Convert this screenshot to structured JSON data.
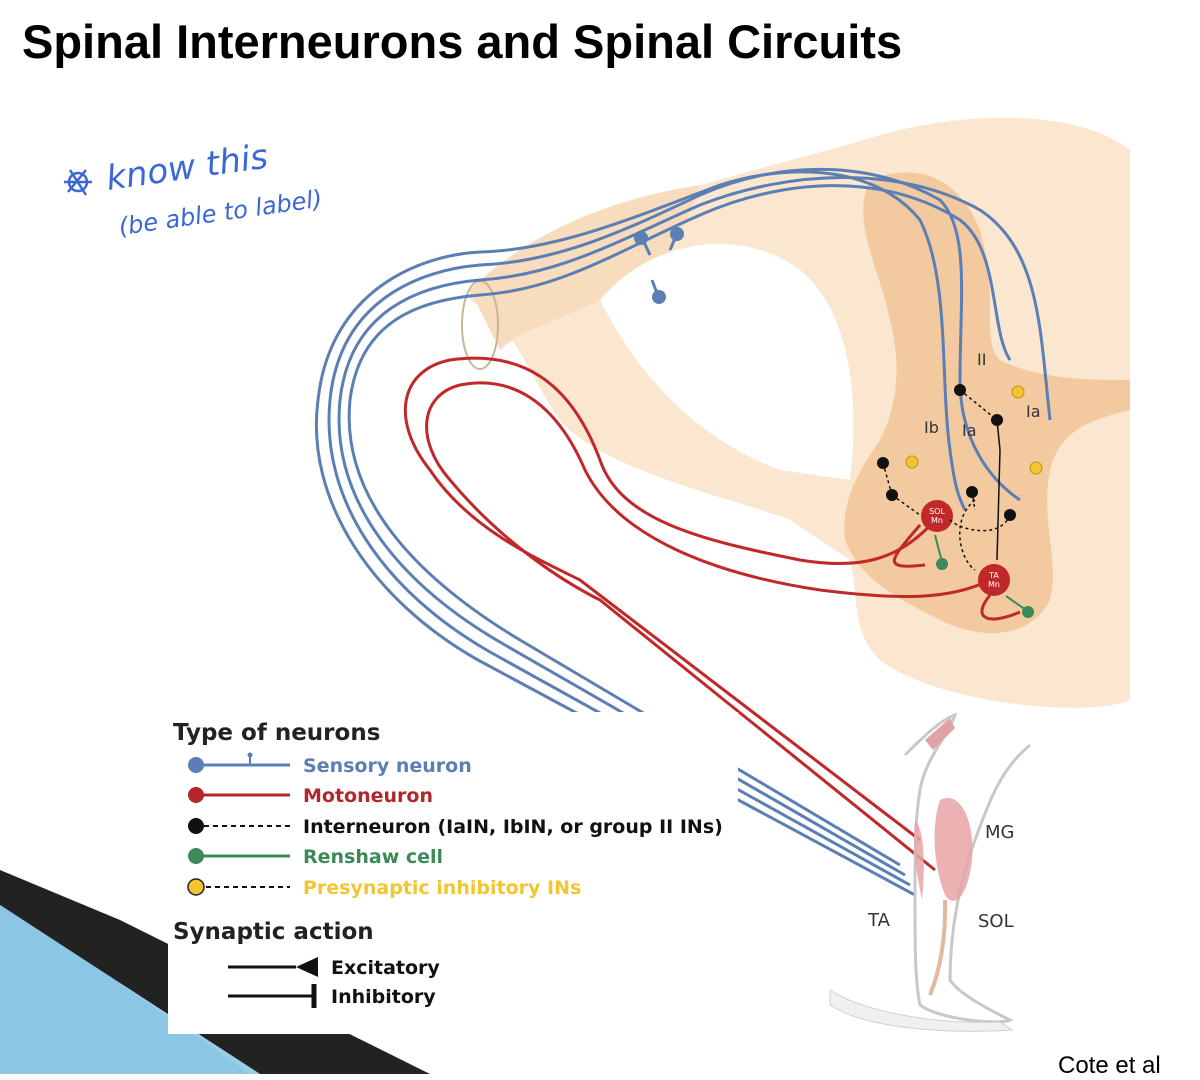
{
  "slide": {
    "title": "Spinal Interneurons and Spinal Circuits",
    "citation": "Cote et al"
  },
  "annotation": {
    "line1": "know this",
    "line2": "(be able to label)"
  },
  "diagram": {
    "fiber_labels": {
      "ii": "II",
      "ia_right": "Ia",
      "ib": "Ib",
      "ia_mid": "Ia"
    },
    "motoneurons": {
      "sol": {
        "line1": "SOL",
        "line2": "Mn"
      },
      "ta": {
        "line1": "TA",
        "line2": "Mn"
      }
    },
    "muscles": {
      "mg": "MG",
      "ta": "TA",
      "sol": "SOL"
    },
    "colors": {
      "sensory": "#5b7fb4",
      "motor": "#c0282a",
      "interneuron": "#111111",
      "renshaw": "#3c8a5a",
      "presynaptic": "#f2c531",
      "cord_light": "#fbe6cf",
      "cord_dark": "#f3c9a0"
    }
  },
  "legend": {
    "neurons_heading": "Type of neurons",
    "neuron_types": [
      {
        "label": "Sensory neuron",
        "color": "#5b7fb4"
      },
      {
        "label": "Motoneuron",
        "color": "#b3272a"
      },
      {
        "label": "Interneuron (IaIN, IbIN, or group II INs)",
        "color": "#111111"
      },
      {
        "label": "Renshaw cell",
        "color": "#3c8a5a"
      },
      {
        "label": "Presynaptic inhibitory INs",
        "color": "#f2c531"
      }
    ],
    "synaptic_heading": "Synaptic action",
    "synaptic_types": [
      {
        "label": "Excitatory"
      },
      {
        "label": "Inhibitory"
      }
    ]
  }
}
